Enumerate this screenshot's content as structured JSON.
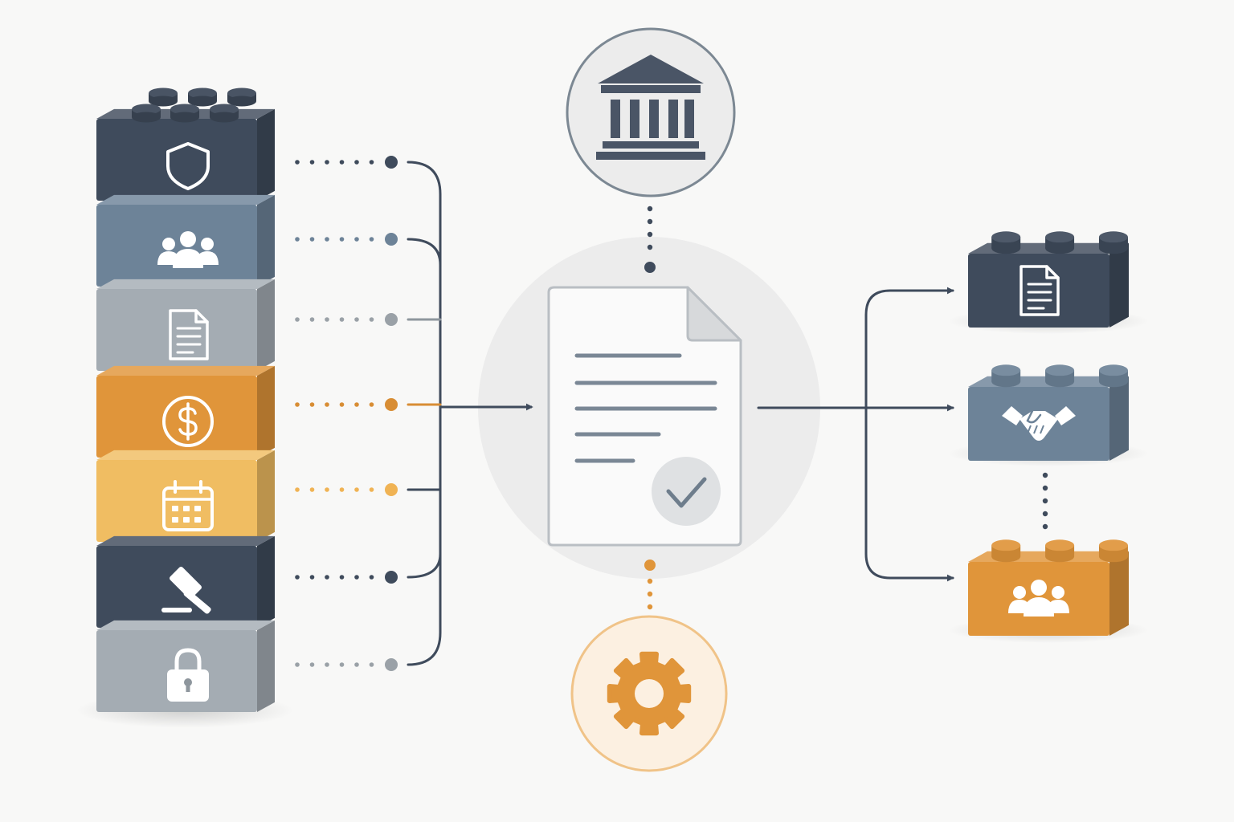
{
  "colors": {
    "navy": "#3f4b5c",
    "steel": "#6d8398",
    "gray": "#a4acb3",
    "orange": "#e0953a",
    "amber": "#f0bd62",
    "connector": "#3f4b5c",
    "background": "#f8f8f7"
  },
  "left_stack": [
    {
      "icon": "shield-icon",
      "color": "navy",
      "dots": "navy",
      "studs": true
    },
    {
      "icon": "people-icon",
      "color": "steel",
      "dots": "steel"
    },
    {
      "icon": "document-icon",
      "color": "gray",
      "dots": "gray"
    },
    {
      "icon": "dollar-coin-icon",
      "color": "orange",
      "dots": "orange"
    },
    {
      "icon": "calendar-icon",
      "color": "amber",
      "dots": "amber"
    },
    {
      "icon": "gavel-icon",
      "color": "navy",
      "dots": "navy"
    },
    {
      "icon": "padlock-icon",
      "color": "gray",
      "dots": "gray"
    }
  ],
  "center": {
    "top_icon": "bank-building-icon",
    "main_icon": "approved-document-icon",
    "bottom_icon": "gear-icon"
  },
  "right_blocks": [
    {
      "icon": "document-icon",
      "color": "navy"
    },
    {
      "icon": "handshake-icon",
      "color": "steel"
    },
    {
      "icon": "people-icon",
      "color": "orange"
    }
  ]
}
